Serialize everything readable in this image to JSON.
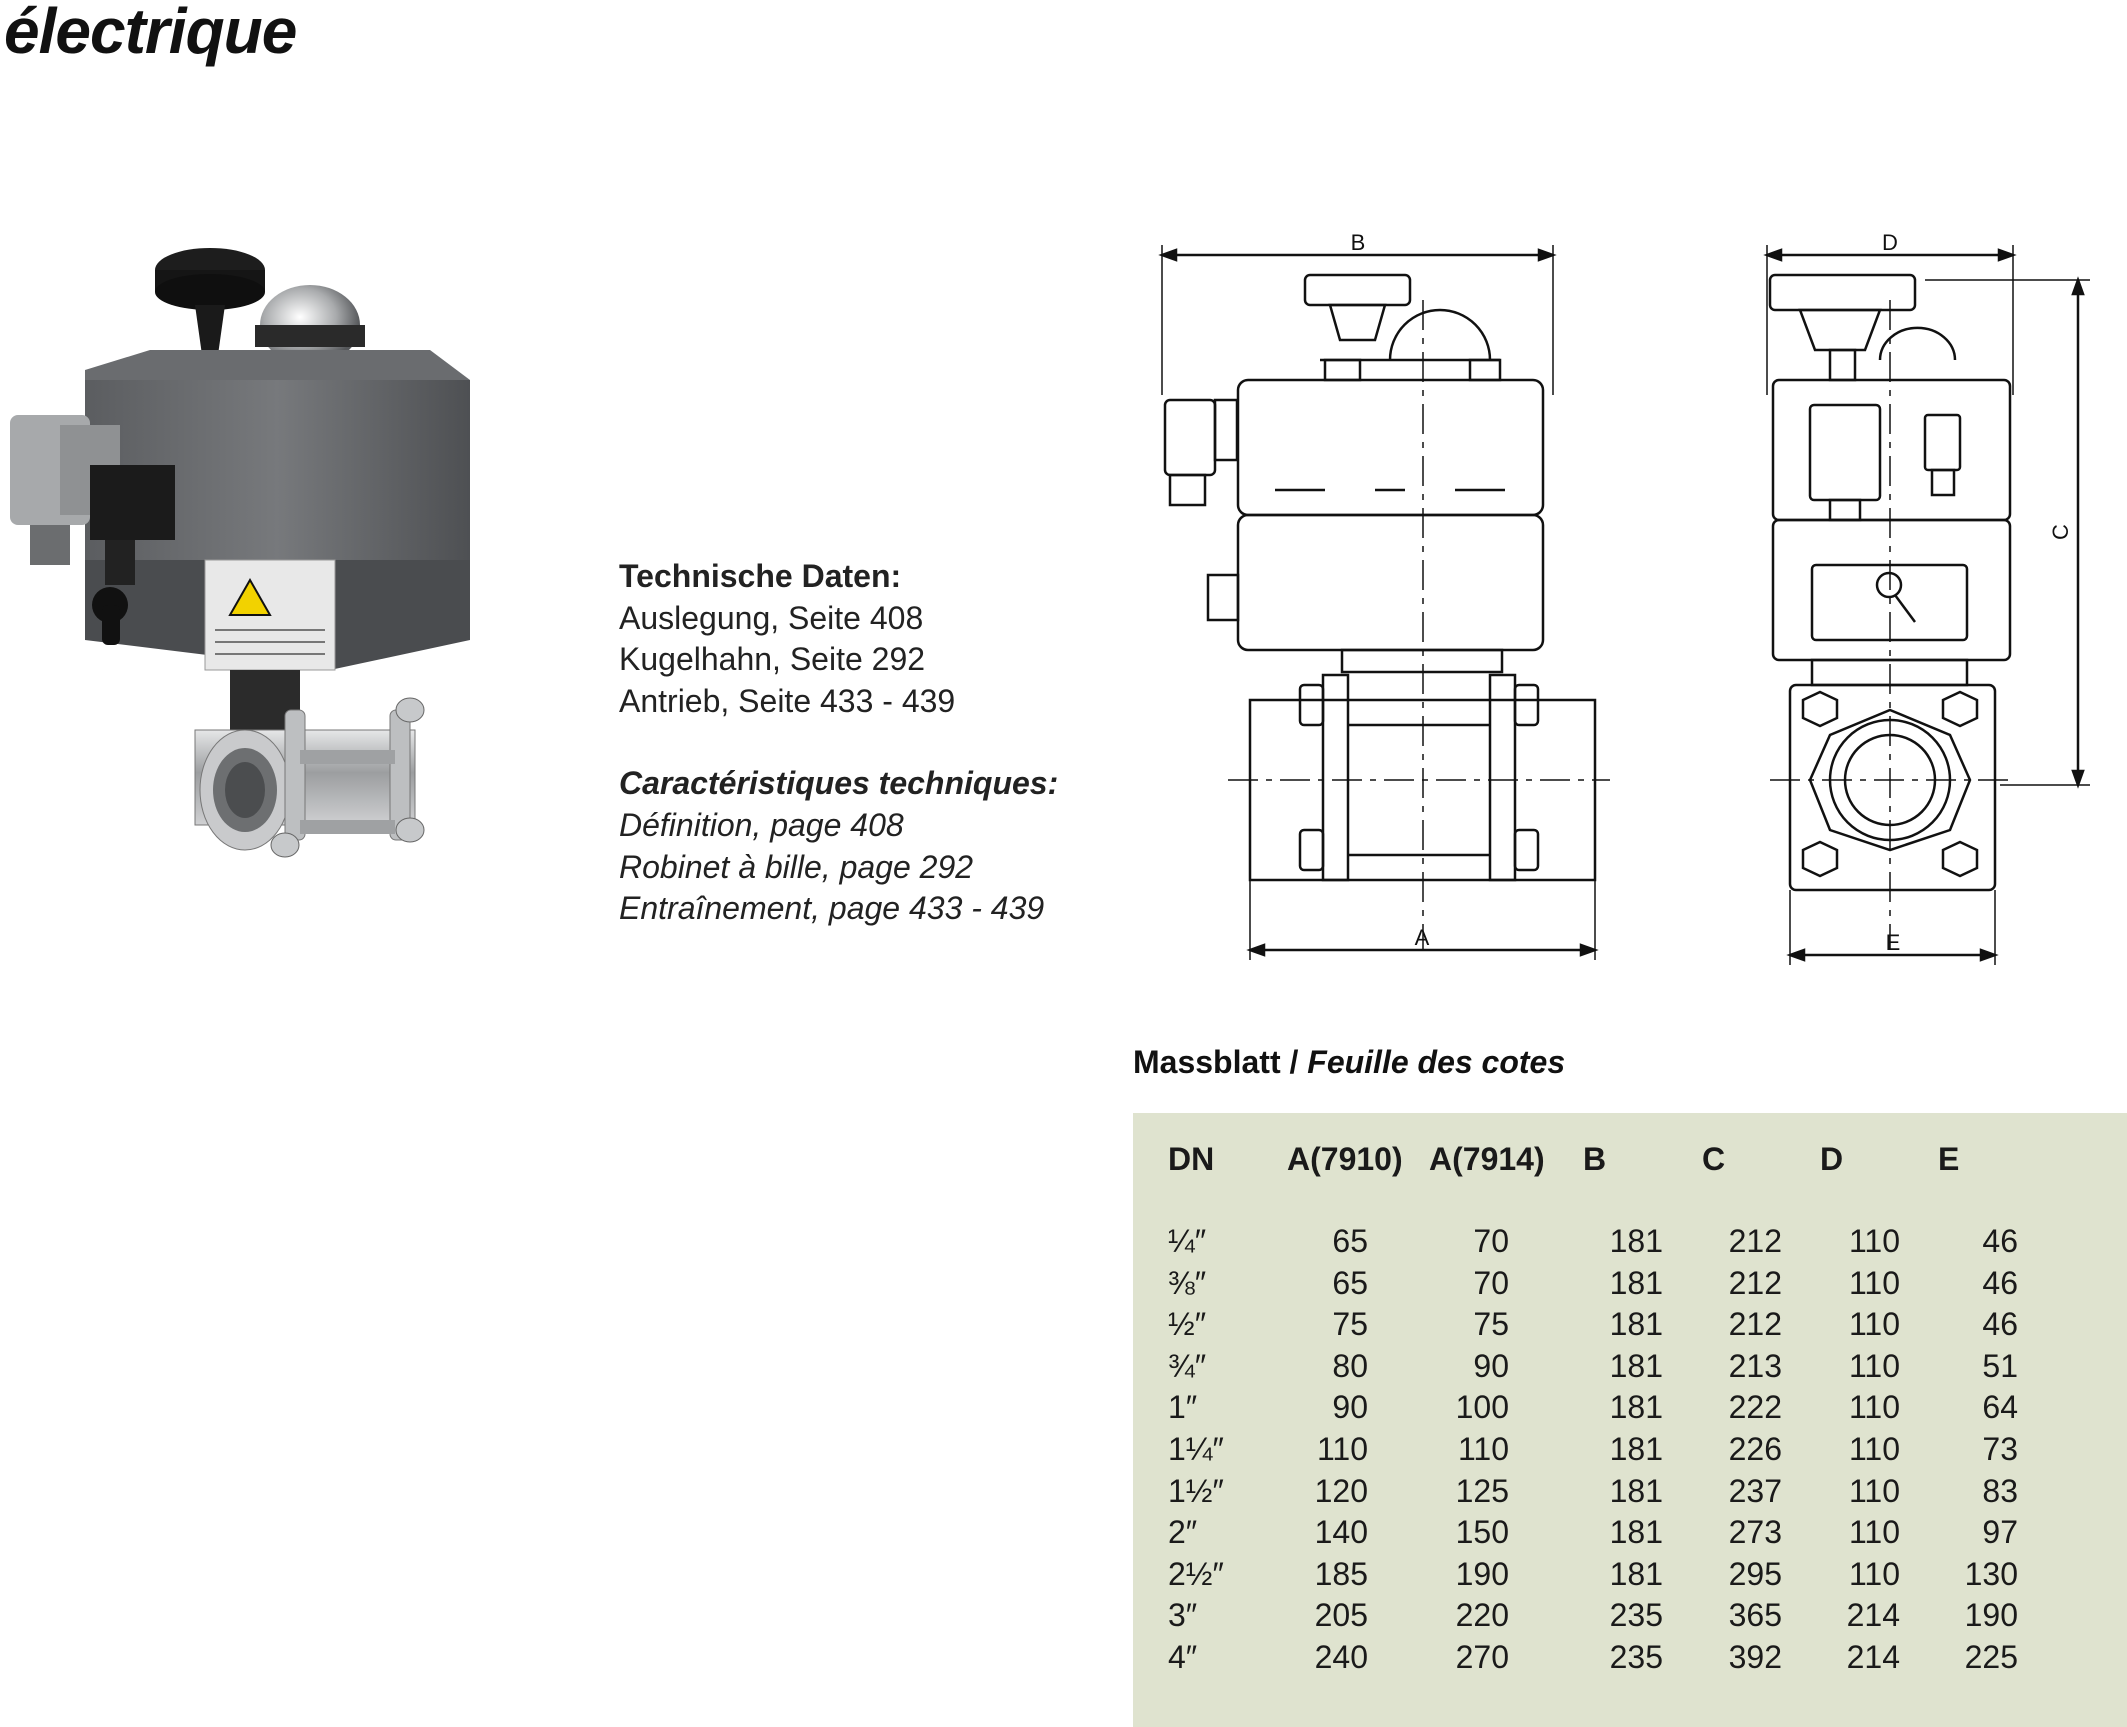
{
  "page_title": "électrique",
  "spec_de": {
    "heading": "Technische Daten:",
    "lines": [
      "Auslegung, Seite 408",
      "Kugelhahn, Seite 292",
      "Antrieb, Seite 433 - 439"
    ]
  },
  "spec_fr": {
    "heading": "Caractéristiques techniques:",
    "lines": [
      "Définition, page 408",
      "Robinet à bille, page 292",
      "Entraînement, page 433 - 439"
    ]
  },
  "drawing": {
    "labels": {
      "A": "A",
      "B": "B",
      "C": "C",
      "D": "D",
      "E": "E"
    }
  },
  "sheet": {
    "title_de": "Massblatt /",
    "title_fr": "Feuille des cotes"
  },
  "table": {
    "headers": [
      "DN",
      "A(7910)",
      "A(7914)",
      "B",
      "C",
      "D",
      "E"
    ],
    "rows": [
      [
        "¼″",
        "65",
        "70",
        "181",
        "212",
        "110",
        "46"
      ],
      [
        "⅜″",
        "65",
        "70",
        "181",
        "212",
        "110",
        "46"
      ],
      [
        "½″",
        "75",
        "75",
        "181",
        "212",
        "110",
        "46"
      ],
      [
        "¾″",
        "80",
        "90",
        "181",
        "213",
        "110",
        "51"
      ],
      [
        "1″",
        "90",
        "100",
        "181",
        "222",
        "110",
        "64"
      ],
      [
        "1¼″",
        "110",
        "110",
        "181",
        "226",
        "110",
        "73"
      ],
      [
        "1½″",
        "120",
        "125",
        "181",
        "237",
        "110",
        "83"
      ],
      [
        "2″",
        "140",
        "150",
        "181",
        "273",
        "110",
        "97"
      ],
      [
        "2½″",
        "185",
        "190",
        "181",
        "295",
        "110",
        "130"
      ],
      [
        "3″",
        "205",
        "220",
        "235",
        "365",
        "214",
        "190"
      ],
      [
        "4″",
        "240",
        "270",
        "235",
        "392",
        "214",
        "225"
      ]
    ]
  },
  "colors": {
    "table_bg": "#dfe3cf",
    "actuator_gray": "#6e7072",
    "steel": "#b8babc"
  }
}
